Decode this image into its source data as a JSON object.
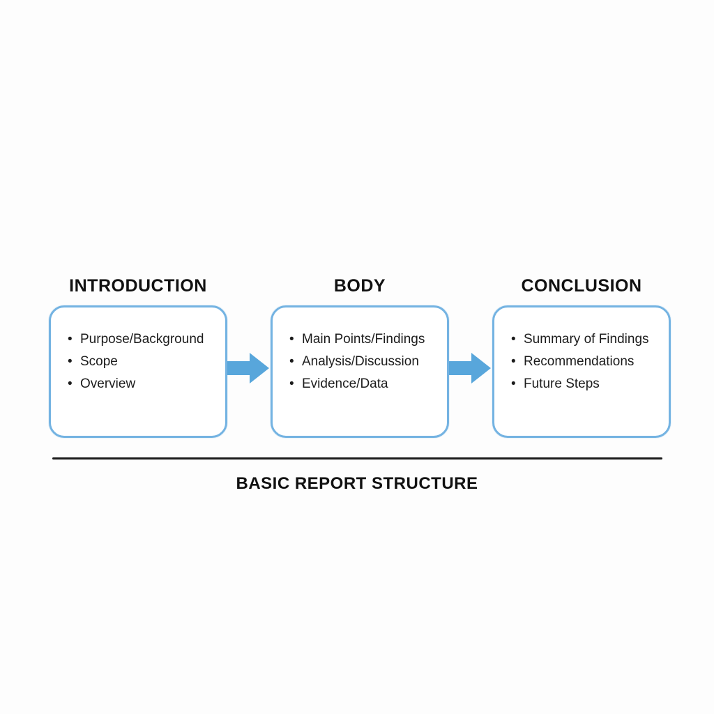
{
  "diagram": {
    "title": "BASIC REPORT STRUCTURE",
    "accent_color": "#58a6db",
    "border_color": "#74b3e2",
    "columns": [
      {
        "heading": "INTRODUCTION",
        "items": [
          "Purpose/Background",
          "Scope",
          "Overview"
        ]
      },
      {
        "heading": "BODY",
        "items": [
          "Main Points/Findings",
          "Analysis/Discussion",
          "Evidence/Data"
        ]
      },
      {
        "heading": "CONCLUSION",
        "items": [
          "Summary of Findings",
          "Recommendations",
          "Future Steps"
        ]
      }
    ]
  }
}
